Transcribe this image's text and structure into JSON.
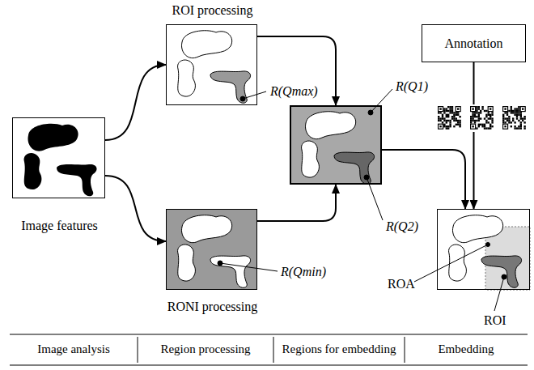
{
  "diagram": {
    "nodes": [
      {
        "text": [
          "Image features"
        ]
      },
      {
        "text": [
          "ROI processing",
          "R(Qmax)"
        ]
      },
      {
        "text": [
          "RONI processing",
          "R(Qmin)"
        ]
      },
      {
        "text": [
          "R(Q1)",
          "R(Q2)"
        ]
      },
      {
        "text": [
          "Annotation"
        ]
      },
      {
        "text": [
          "ROA",
          "ROI"
        ]
      }
    ],
    "edges": [
      {
        "from": 0,
        "to": 1,
        "arrow": "to"
      },
      {
        "from": 0,
        "to": 2,
        "arrow": "to"
      },
      {
        "from": 1,
        "to": 3,
        "arrow": "to"
      },
      {
        "from": 2,
        "to": 3,
        "arrow": "to"
      },
      {
        "from": 3,
        "to": 5,
        "arrow": "to"
      },
      {
        "from": 4,
        "to": 5,
        "arrow": "to"
      }
    ],
    "labels": [
      "Image analysis",
      "Region processing",
      "Regions for embedding",
      "Embedding"
    ]
  }
}
